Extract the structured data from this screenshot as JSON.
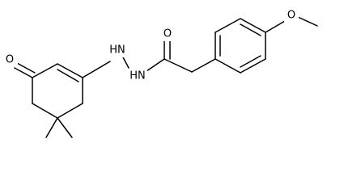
{
  "molecule": {
    "atoms": {
      "ketone_oxygen": "O",
      "hydrazide_nh_upper": "HN",
      "hydrazide_nh_lower": "HN",
      "amide_oxygen": "O",
      "ether_oxygen": "O"
    }
  },
  "colors": {
    "background": "#ffffff",
    "bond": "#000000",
    "atom_label": "#000000"
  }
}
